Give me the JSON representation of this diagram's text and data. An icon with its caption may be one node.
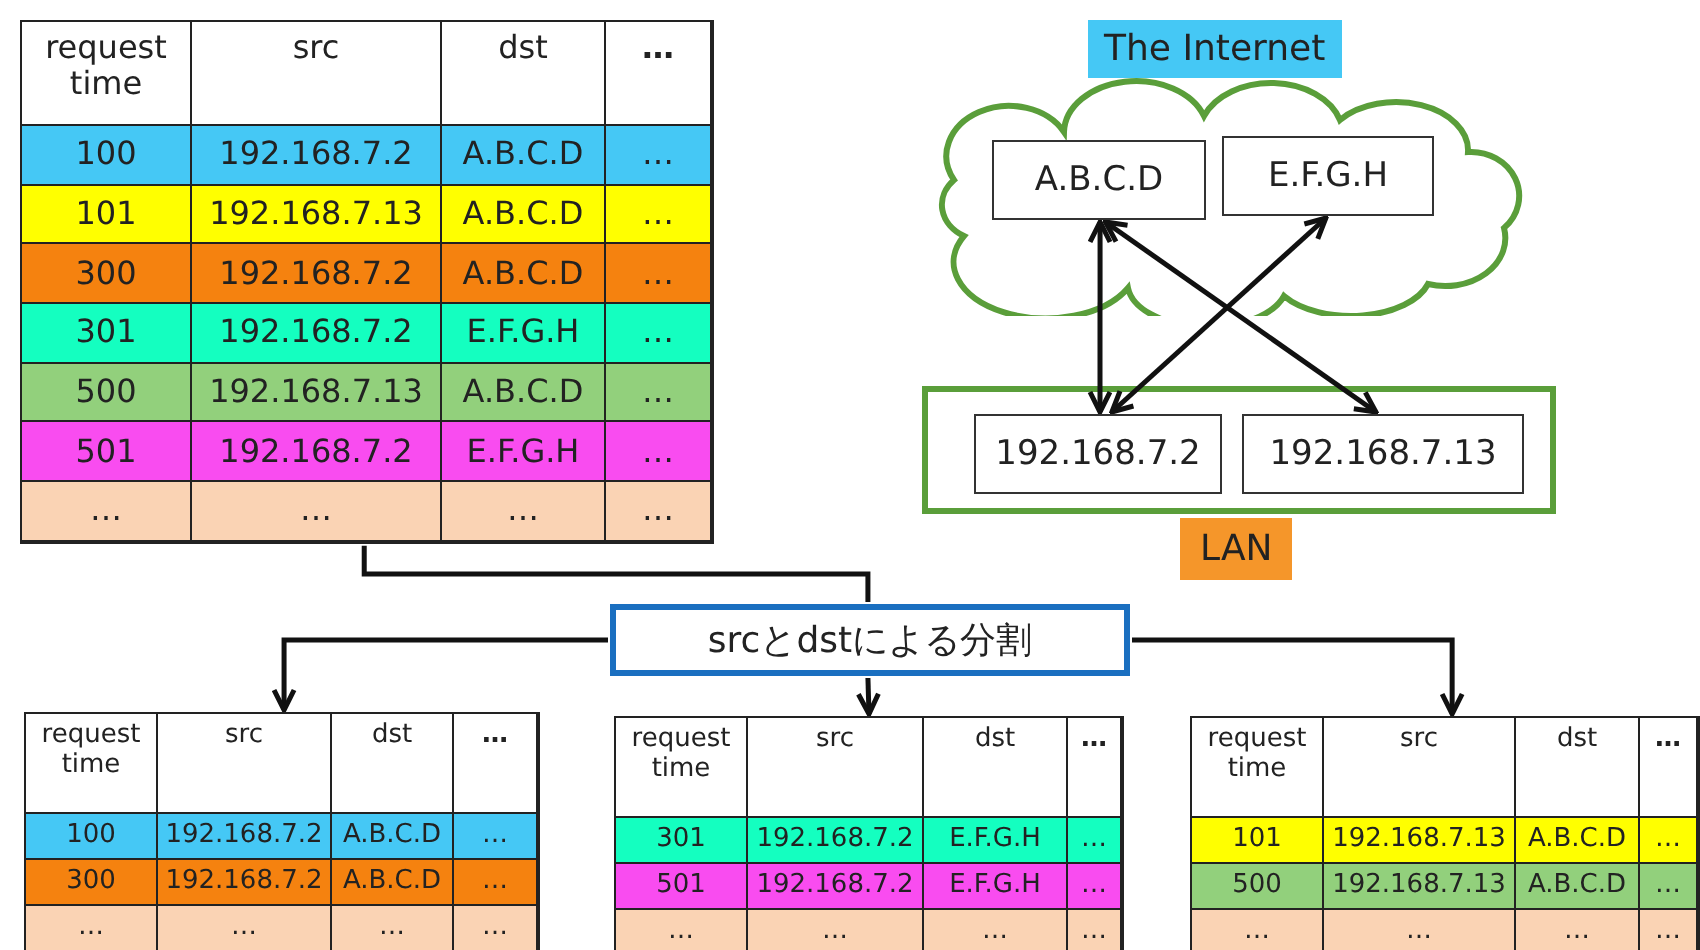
{
  "diagram": {
    "nodes": [
      {
        "text": [
          "request time",
          "src",
          "dst",
          "…",
          "100",
          "192.168.7.2",
          "A.B.C.D",
          "…",
          "101",
          "192.168.7.13",
          "A.B.C.D",
          "…",
          "300",
          "192.168.7.2",
          "A.B.C.D",
          "…",
          "301",
          "192.168.7.2",
          "E.F.G.H",
          "…",
          "500",
          "192.168.7.13",
          "A.B.C.D",
          "…",
          "501",
          "192.168.7.2",
          "E.F.G.H",
          "…",
          "…",
          "…",
          "…",
          "…"
        ]
      },
      {
        "text": [
          "The Internet"
        ]
      },
      {
        "text": [
          "A.B.C.D"
        ],
        "in": 1
      },
      {
        "text": [
          "E.F.G.H"
        ],
        "in": 1
      },
      {
        "text": [
          "LAN"
        ]
      },
      {
        "text": [
          "192.168.7.2"
        ],
        "in": 4
      },
      {
        "text": [
          "192.168.7.13"
        ],
        "in": 4
      },
      {
        "text": [
          "srcとdstによる分割"
        ]
      },
      {
        "text": [
          "request time",
          "src",
          "dst",
          "…",
          "100",
          "192.168.7.2",
          "A.B.C.D",
          "…",
          "300",
          "192.168.7.2",
          "A.B.C.D",
          "…",
          "…",
          "…",
          "…",
          "…"
        ]
      },
      {
        "text": [
          "request time",
          "src",
          "dst",
          "…",
          "301",
          "192.168.7.2",
          "E.F.G.H",
          "…",
          "501",
          "192.168.7.2",
          "E.F.G.H",
          "…",
          "…",
          "…",
          "…",
          "…"
        ]
      },
      {
        "text": [
          "request time",
          "src",
          "dst",
          "…",
          "101",
          "192.168.7.13",
          "A.B.C.D",
          "…",
          "500",
          "192.168.7.13",
          "A.B.C.D",
          "…",
          "…",
          "…",
          "…",
          "…"
        ]
      }
    ],
    "edges": [
      {
        "from": 2,
        "to": 5,
        "arrow": "both"
      },
      {
        "from": 3,
        "to": 5,
        "arrow": "both"
      },
      {
        "from": 2,
        "to": 6,
        "arrow": "both"
      },
      {
        "from": 0,
        "to": 7,
        "arrow": "none"
      },
      {
        "from": 7,
        "to": 8,
        "arrow": "to"
      },
      {
        "from": 7,
        "to": 9,
        "arrow": "to"
      },
      {
        "from": 7,
        "to": 10,
        "arrow": "to"
      }
    ]
  }
}
